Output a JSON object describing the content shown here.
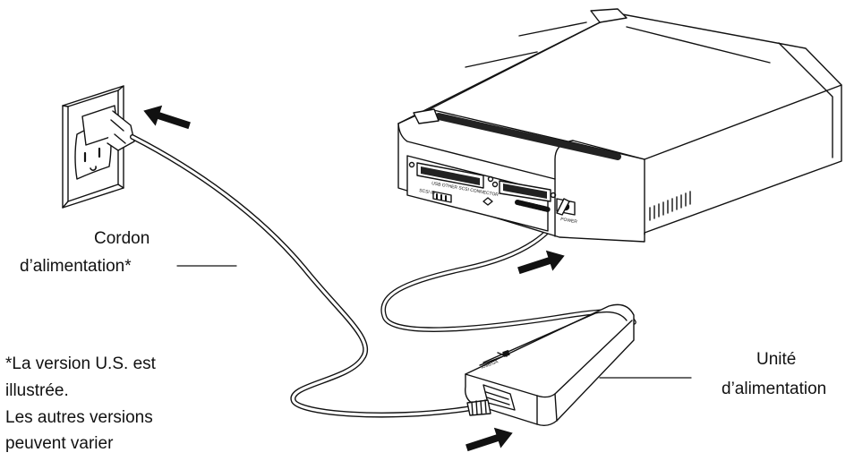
{
  "labels": {
    "cord_line1": "Cordon",
    "cord_line2": "d’alimentation*",
    "unit_line1": "Unité",
    "unit_line2": "d’alimentation",
    "note_line1": "*La version U.S. est",
    "note_line2": "illustrée.",
    "note_line3": "Les autres versions",
    "note_line4": "peuvent varier"
  },
  "device_panel": {
    "port_label": "USB OTHER SCSI CONNECTOR",
    "scsi_id": "SCSI ID",
    "power": "POWER"
  }
}
